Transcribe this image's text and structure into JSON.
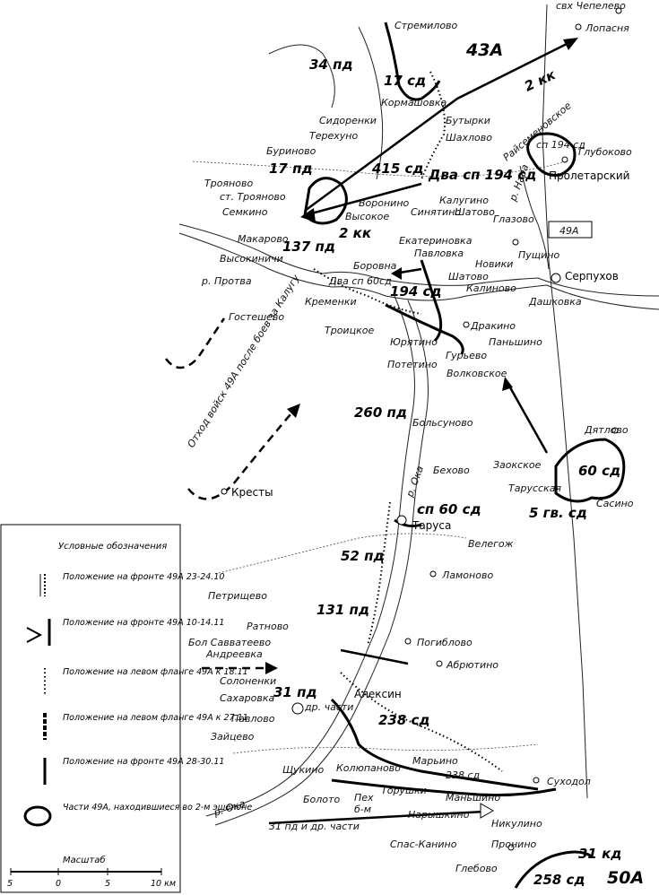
{
  "legend": {
    "title": "Условные обозначения",
    "items": [
      {
        "text": "Положение на фронте 49А 23-24.10"
      },
      {
        "text": "Положение на фронте 49А 10-14.11"
      },
      {
        "text": "Положение на левом фланге 49А к 18.11"
      },
      {
        "text": "Положение на левом фланге 49А к 27.11"
      },
      {
        "text": "Положение на фронте 49А 28-30.11"
      },
      {
        "text": "Части 49А, находившиеся во 2-м эшелоне"
      }
    ],
    "scale_title": "Масштаб",
    "scale_ticks": [
      "5",
      "0",
      "5",
      "10 км"
    ]
  },
  "armies": {
    "a43": "43А",
    "a50": "50А",
    "flag": "49А"
  },
  "units": {
    "u34pd": "34 пд",
    "u17sd": "17 сд",
    "u2kk_top": "2 кк",
    "u17pd": "17 пд",
    "u415sd": "415 сд",
    "u2sp194": "Два сп 194 сд",
    "u137pd": "137 пд",
    "u2kk_mid": "2 кк",
    "u2sp60": "Два сп 60сд",
    "u194sd": "194 сд",
    "u260pd": "260 пд",
    "usp60": "сп 60 сд",
    "u52pd": "52 пд",
    "u131pd": "131 пд",
    "u31pd": "31 пд",
    "u238sd": "238 сд",
    "u238sd_small": "238 сд",
    "u60sd": "60 сд",
    "u5gvsd": "5 гв. сд",
    "usp194": "сп 194 сд",
    "u31pd_parts": "31 пд и др. части",
    "u31kd": "31 кд",
    "u258sd": "258 сд"
  },
  "towns": {
    "t_chepelevo": "свх Чепелево",
    "t_lopasnya": "Лопасня",
    "t_stremilovo": "Стремилово",
    "t_kormashovka": "Кормашовка",
    "t_sidorenki": "Сидоренки",
    "t_butyrki": "Бутырки",
    "t_teresuno": "Терехуно",
    "t_shakhlovo": "Шахлово",
    "t_burinovo": "Буриново",
    "t_glubokovo": "Глубоково",
    "t_proletarsky": "Пролетарский",
    "t_troyanovo": "Трояново",
    "t_st_troyanovo": "ст. Трояново",
    "t_voronino": "Воронино",
    "t_kalugino": "Калугино",
    "t_semkino": "Семкино",
    "t_vysokovo": "Высокое",
    "t_sinyatino": "Синятино",
    "t_shatovo": "Шатово",
    "t_glazovo": "Глазово",
    "t_makarovo": "Макарово",
    "t_ekaterinovka": "Екатериновка",
    "t_pavlovka": "Павловка",
    "t_pushchino": "Пущино",
    "t_vysokinichi": "Высокиничи",
    "t_borovna": "Боровна",
    "t_novinki": "Новики",
    "t_shatovo2": "Шатово",
    "t_serpukhov": "Серпухов",
    "t_kalinovo": "Калиново",
    "t_protva": "р. Протва",
    "t_kremenki": "Кременки",
    "t_dashkovka": "Дашковка",
    "t_gosteshevo": "Гостешево",
    "t_troitskoe": "Троицкое",
    "t_drakino": "Дракино",
    "t_yuryatino": "Юрятино",
    "t_panshino": "Паньшино",
    "t_guryevo": "Гурьево",
    "t_potetino": "Потетино",
    "t_volkovskoe": "Волковское",
    "t_bolsunovo": "Больсуново",
    "t_dyatlovo": "Дятлово",
    "t_zaokskoe": "Заокское",
    "t_tarusskaya": "Тарусская",
    "t_sasino": "Сасино",
    "t_bekhovo": "Бехово",
    "t_oka": "р. Ока",
    "t_kresty": "Кресты",
    "t_tarusa": "Таруса",
    "t_velegozh": "Велегож",
    "t_lamonovo": "Ламоново",
    "t_petrishchevo": "Петрищево",
    "t_ratnovo": "Ратново",
    "t_pogiblovo": "Погиблово",
    "t_bol_savvateevo": "Бол Савватеево",
    "t_andreevka": "Андреевка",
    "t_abryutino": "Абрютино",
    "t_solonenki": "Солоненки",
    "t_aleksin": "Алексин",
    "t_dr_chasti": "др. части",
    "t_sakharovka": "Сахаровка",
    "t_pavlovo": "Павлово",
    "t_zaytsevo": "Зайцево",
    "t_marino": "Марьино",
    "t_shchukino": "Щукино",
    "t_kolyupanovo": "Колюпаново",
    "t_sukhodol": "Суходол",
    "t_bolotovo": "Болото",
    "t_pekh": "Пех",
    "t_bm": "б-м",
    "t_torushki": "Торушки",
    "t_manshino": "Маньшино",
    "t_naryshkino": "Нарышкино",
    "t_nikulino": "Никулино",
    "t_spas_kanino": "Спас-Канино",
    "t_pronino": "Пронино",
    "t_glebovo": "Глебово",
    "t_oka2": "р. Ока",
    "t_nara": "р. Нара",
    "t_rayemenovskoe": "Райсеменовское"
  },
  "retreat": "Отход войск 49А после боев за Калугу"
}
